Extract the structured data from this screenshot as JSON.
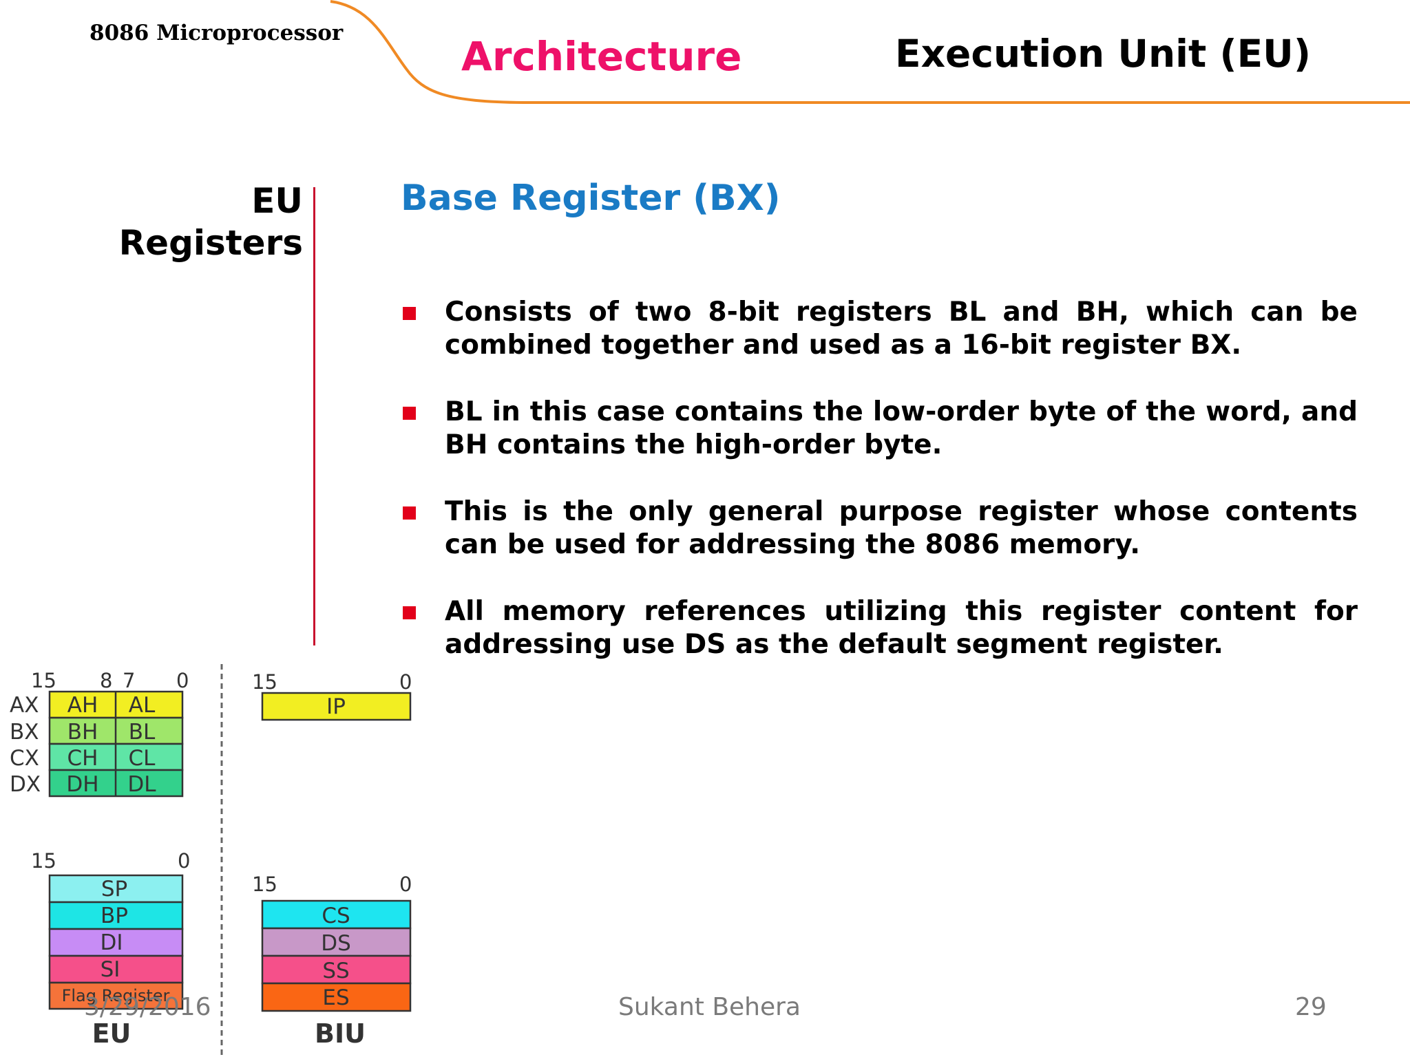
{
  "header": {
    "course_title": "8086 Microprocessor",
    "section_title": "Architecture",
    "unit_title": "Execution Unit (EU)",
    "accent_color": "#f08a24",
    "section_color": "#ee1169"
  },
  "sidebar": {
    "heading_line1": "EU",
    "heading_line2": "Registers"
  },
  "main": {
    "heading": "Base Register (BX)",
    "heading_color": "#1a7bc5",
    "bullets": [
      "Consists of two 8-bit registers BL and BH, which can be combined together and used as a 16-bit register BX.",
      "BL in this case contains the low-order byte of the word, and BH contains the high-order byte.",
      "This is the only general purpose register whose contents can be used for addressing the 8086 memory.",
      "All memory references utilizing this register content for addressing use DS as the default segment register."
    ]
  },
  "diagram": {
    "eu_general": {
      "bit_labels": [
        "15",
        "8",
        "7",
        "0"
      ],
      "rows": [
        {
          "name": "AX",
          "high": "AH",
          "low": "AL",
          "color": "#f2ee22"
        },
        {
          "name": "BX",
          "high": "BH",
          "low": "BL",
          "color": "#9fe66a"
        },
        {
          "name": "CX",
          "high": "CH",
          "low": "CL",
          "color": "#5fe5a6"
        },
        {
          "name": "DX",
          "high": "DH",
          "low": "DL",
          "color": "#33d18c"
        }
      ]
    },
    "eu_pointer": {
      "bit_labels": [
        "15",
        "0"
      ],
      "rows": [
        {
          "label": "SP",
          "color": "#8cf0f0"
        },
        {
          "label": "BP",
          "color": "#1ee5e5"
        },
        {
          "label": "DI",
          "color": "#c78cf5"
        },
        {
          "label": "SI",
          "color": "#f5508a"
        },
        {
          "label": "Flag Register",
          "color": "#f5733a"
        }
      ],
      "unit_label": "EU"
    },
    "biu_ip": {
      "bit_labels": [
        "15",
        "0"
      ],
      "label": "IP",
      "color": "#f2ee22"
    },
    "biu_segment": {
      "bit_labels": [
        "15",
        "0"
      ],
      "rows": [
        {
          "label": "CS",
          "color": "#1ee5f0"
        },
        {
          "label": "DS",
          "color": "#c898c8"
        },
        {
          "label": "SS",
          "color": "#f5508a"
        },
        {
          "label": "ES",
          "color": "#fa6614"
        }
      ],
      "unit_label": "BIU"
    }
  },
  "footer": {
    "date": "3/29/2016",
    "author": "Sukant Behera",
    "page": "29"
  }
}
